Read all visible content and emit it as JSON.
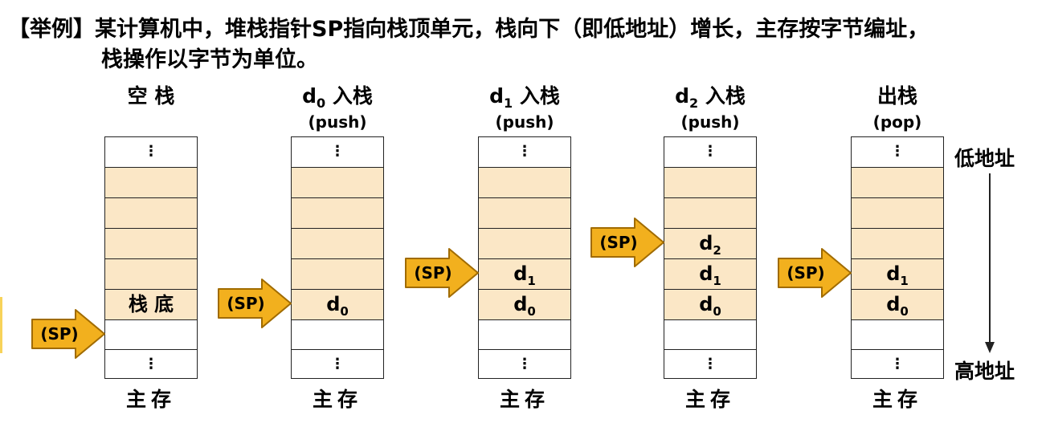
{
  "heading": {
    "line1": "【举例】某计算机中，堆栈指针SP指向栈顶单元，栈向下（即低地址）增长，主存按字节编址，",
    "line2": "栈操作以字节为单位。"
  },
  "colors": {
    "cell_fill": "#fbe7c6",
    "arrow_fill": "#f2b01e",
    "arrow_stroke": "#a06b00",
    "border": "#222222"
  },
  "stacks": [
    {
      "title": "空 栈",
      "title_sub": "",
      "subtitle": "",
      "cells": [
        "⋮",
        "",
        "",
        "",
        "",
        "栈 底",
        "",
        "⋮"
      ],
      "sp_label": "(SP)",
      "footer": "主存"
    },
    {
      "title": "d",
      "title_sub": "0",
      "title_rest": " 入栈",
      "subtitle": "(push)",
      "cells": [
        "⋮",
        "",
        "",
        "",
        "",
        "d0",
        "",
        "⋮"
      ],
      "sp_label": "(SP)",
      "footer": "主存"
    },
    {
      "title": "d",
      "title_sub": "1",
      "title_rest": " 入栈",
      "subtitle": "(push)",
      "cells": [
        "⋮",
        "",
        "",
        "",
        "d1",
        "d0",
        "",
        "⋮"
      ],
      "sp_label": "(SP)",
      "footer": "主存"
    },
    {
      "title": "d",
      "title_sub": "2",
      "title_rest": " 入栈",
      "subtitle": "(push)",
      "cells": [
        "⋮",
        "",
        "",
        "d2",
        "d1",
        "d0",
        "",
        "⋮"
      ],
      "sp_label": "(SP)",
      "footer": "主存"
    },
    {
      "title": "出栈",
      "title_sub": "",
      "subtitle": "(pop)",
      "cells": [
        "⋮",
        "",
        "",
        "",
        "d1",
        "d0",
        "",
        "⋮"
      ],
      "sp_label": "(SP)",
      "footer": "主存"
    }
  ],
  "address_axis": {
    "low": "低地址",
    "high": "高地址"
  }
}
